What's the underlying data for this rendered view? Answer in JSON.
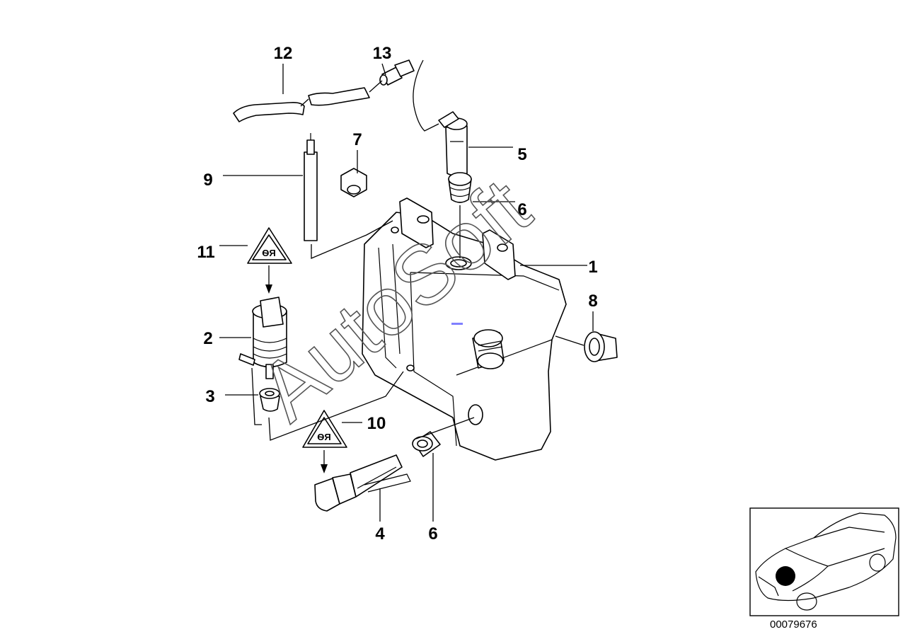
{
  "watermark": "AutoSoft",
  "reference_number": "00079676",
  "callouts": [
    "1",
    "2",
    "3",
    "4",
    "5",
    "6",
    "6",
    "7",
    "8",
    "9",
    "10",
    "11",
    "12",
    "13"
  ],
  "colors": {
    "line": "#000000",
    "background": "#ffffff",
    "marker": "#8080ff"
  }
}
